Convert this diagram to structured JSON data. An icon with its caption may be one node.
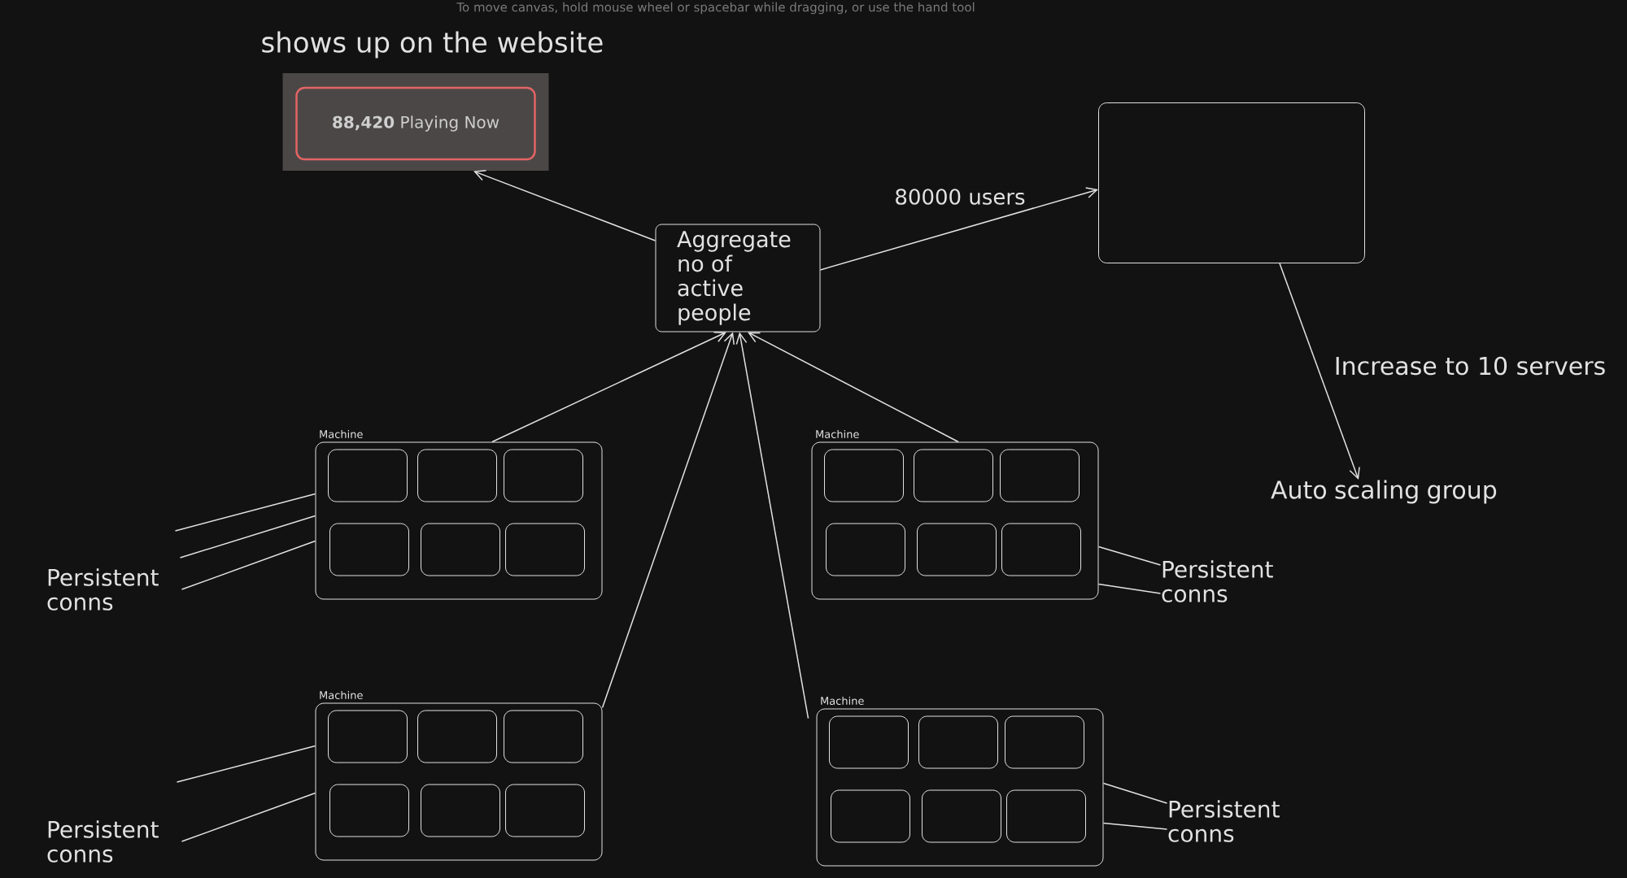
{
  "diagram": {
    "nodes": [
      {
        "text": [
          "shows up on the website"
        ]
      },
      {
        "text": [
          "**88,420** Playing Now"
        ],
        "in": 0
      },
      {
        "text": [
          "Aggregate no of active people"
        ]
      },
      {
        "text": [],
        "shape": "box"
      },
      {
        "text": [
          "Auto scaling group"
        ]
      },
      {
        "text": [
          "Machine"
        ]
      },
      {
        "text": [],
        "shape": "box",
        "in": 5
      },
      {
        "text": [],
        "shape": "box",
        "in": 5
      },
      {
        "text": [],
        "shape": "box",
        "in": 5
      },
      {
        "text": [],
        "shape": "box",
        "in": 5
      },
      {
        "text": [],
        "shape": "box",
        "in": 5
      },
      {
        "text": [],
        "shape": "box",
        "in": 5
      },
      {
        "text": [
          "Machine"
        ]
      },
      {
        "text": [],
        "shape": "box",
        "in": 12
      },
      {
        "text": [],
        "shape": "box",
        "in": 12
      },
      {
        "text": [],
        "shape": "box",
        "in": 12
      },
      {
        "text": [],
        "shape": "box",
        "in": 12
      },
      {
        "text": [],
        "shape": "box",
        "in": 12
      },
      {
        "text": [],
        "shape": "box",
        "in": 12
      },
      {
        "text": [
          "Machine"
        ]
      },
      {
        "text": [],
        "shape": "box",
        "in": 19
      },
      {
        "text": [],
        "shape": "box",
        "in": 19
      },
      {
        "text": [],
        "shape": "box",
        "in": 19
      },
      {
        "text": [],
        "shape": "box",
        "in": 19
      },
      {
        "text": [],
        "shape": "box",
        "in": 19
      },
      {
        "text": [],
        "shape": "box",
        "in": 19
      },
      {
        "text": [
          "Machine"
        ]
      },
      {
        "text": [],
        "shape": "box",
        "in": 26
      },
      {
        "text": [],
        "shape": "box",
        "in": 26
      },
      {
        "text": [],
        "shape": "box",
        "in": 26
      },
      {
        "text": [],
        "shape": "box",
        "in": 26
      },
      {
        "text": [],
        "shape": "box",
        "in": 26
      },
      {
        "text": [],
        "shape": "box",
        "in": 26
      },
      {
        "text": [
          "Persistent conns"
        ]
      },
      {
        "text": [
          "Persistent conns"
        ]
      },
      {
        "text": [
          "Persistent conns"
        ]
      },
      {
        "text": [
          "Persistent conns"
        ]
      }
    ],
    "edges": [
      {
        "from": 2,
        "to": 0,
        "arrow": "to"
      },
      {
        "from": 2,
        "to": 3,
        "arrow": "to",
        "label": "80000 users"
      },
      {
        "from": 3,
        "to": 4,
        "arrow": "to",
        "label": "Increase to 10 servers"
      },
      {
        "from": 5,
        "to": 2,
        "arrow": "to"
      },
      {
        "from": 12,
        "to": 2,
        "arrow": "to"
      },
      {
        "from": 19,
        "to": 2,
        "arrow": "to"
      },
      {
        "from": 26,
        "to": 2,
        "arrow": "to"
      },
      {
        "from": 33,
        "to": 5,
        "arrow": "none"
      },
      {
        "from": 33,
        "to": 5,
        "arrow": "none"
      },
      {
        "from": 33,
        "to": 5,
        "arrow": "none"
      },
      {
        "from": 34,
        "to": 12,
        "arrow": "none"
      },
      {
        "from": 34,
        "to": 12,
        "arrow": "none"
      },
      {
        "from": 35,
        "to": 19,
        "arrow": "none"
      },
      {
        "from": 35,
        "to": 19,
        "arrow": "none"
      },
      {
        "from": 36,
        "to": 26,
        "arrow": "none"
      },
      {
        "from": 36,
        "to": 26,
        "arrow": "none"
      }
    ],
    "labels": [
      "To move canvas, hold mouse wheel or spacebar while dragging, or use the hand tool"
    ]
  }
}
